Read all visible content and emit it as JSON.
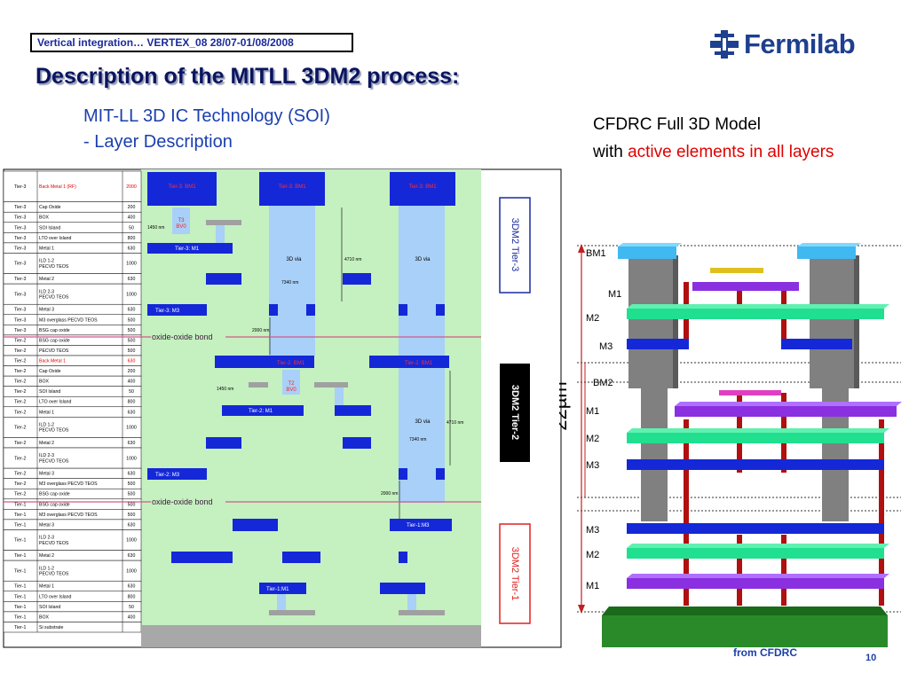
{
  "header": {
    "conference": "Vertical integration… VERTEX_08 28/07-01/08/2008"
  },
  "logo": {
    "name": "Fermilab"
  },
  "title": "Description of the MITLL 3DM2 process:",
  "subtitle": {
    "line1": "MIT-LL 3D IC Technology (SOI)",
    "line2": "- Layer Description"
  },
  "model_caption": {
    "line1": "CFDRC Full 3D Model",
    "prefix": "with ",
    "highlight": "active elements in all layers"
  },
  "colors": {
    "title": "#0a1560",
    "accent_blue": "#1a3fae",
    "highlight_red": "#e00000",
    "metal": "#1428d8",
    "via": "#a8d0f8"
  },
  "layer_table": [
    {
      "tier": "Tier-3",
      "layer": "Back Metal 1 (RF)",
      "thick": "2000",
      "red": true
    },
    {
      "tier": "Tier-3",
      "layer": "Cap Oxide",
      "thick": "200"
    },
    {
      "tier": "Tier-3",
      "layer": "BOX",
      "thick": "400"
    },
    {
      "tier": "Tier-3",
      "layer": "SOI Island",
      "thick": "50"
    },
    {
      "tier": "Tier-3",
      "layer": "LTO over Island",
      "thick": "800"
    },
    {
      "tier": "Tier-3",
      "layer": "Metal 1",
      "thick": "630"
    },
    {
      "tier": "Tier-3",
      "layer": "ILD 1-2\nPECVD TEOS",
      "thick": "1000"
    },
    {
      "tier": "Tier-3",
      "layer": "Metal 2",
      "thick": "630"
    },
    {
      "tier": "Tier-3",
      "layer": "ILD 2-3\nPECVD TEOS",
      "thick": "1000"
    },
    {
      "tier": "Tier-3",
      "layer": "Metal 3",
      "thick": "630"
    },
    {
      "tier": "Tier-3",
      "layer": "M3 overglass PECVD TEOS",
      "thick": "500"
    },
    {
      "tier": "Tier-3",
      "layer": "BSG cap oxide",
      "thick": "500"
    },
    {
      "tier": "Tier-2",
      "layer": "BSG cap oxide",
      "thick": "500"
    },
    {
      "tier": "Tier-2",
      "layer": "PECVD TEOS",
      "thick": "500"
    },
    {
      "tier": "Tier-2",
      "layer": "Back Metal 1",
      "thick": "630",
      "red": true
    },
    {
      "tier": "Tier-2",
      "layer": "Cap Oxide",
      "thick": "200"
    },
    {
      "tier": "Tier-2",
      "layer": "BOX",
      "thick": "400"
    },
    {
      "tier": "Tier-2",
      "layer": "SOI Island",
      "thick": "50"
    },
    {
      "tier": "Tier-2",
      "layer": "LTO over Island",
      "thick": "800"
    },
    {
      "tier": "Tier-2",
      "layer": "Metal 1",
      "thick": "630"
    },
    {
      "tier": "Tier-2",
      "layer": "ILD 1-2\nPECVD TEOS",
      "thick": "1000"
    },
    {
      "tier": "Tier-2",
      "layer": "Metal 2",
      "thick": "630"
    },
    {
      "tier": "Tier-2",
      "layer": "ILD 2-3\nPECVD TEOS",
      "thick": "1000"
    },
    {
      "tier": "Tier-2",
      "layer": "Metal 3",
      "thick": "630"
    },
    {
      "tier": "Tier-2",
      "layer": "M3 overglass PECVD TEOS",
      "thick": "500"
    },
    {
      "tier": "Tier-2",
      "layer": "BSG cap oxide",
      "thick": "500"
    },
    {
      "tier": "Tier-1",
      "layer": "BSG cap oxide",
      "thick": "500"
    },
    {
      "tier": "Tier-1",
      "layer": "M3 overglass PECVD TEOS",
      "thick": "500"
    },
    {
      "tier": "Tier-1",
      "layer": "Metal 3",
      "thick": "630"
    },
    {
      "tier": "Tier-1",
      "layer": "ILD 2-3\nPECVD TEOS",
      "thick": "1000"
    },
    {
      "tier": "Tier-1",
      "layer": "Metal 2",
      "thick": "630"
    },
    {
      "tier": "Tier-1",
      "layer": "ILD 1-2\nPECVD TEOS",
      "thick": "1000"
    },
    {
      "tier": "Tier-1",
      "layer": "Metal 1",
      "thick": "630"
    },
    {
      "tier": "Tier-1",
      "layer": "LTO over Island",
      "thick": "800"
    },
    {
      "tier": "Tier-1",
      "layer": "SOI Island",
      "thick": "50"
    },
    {
      "tier": "Tier-1",
      "layer": "BOX",
      "thick": "400"
    },
    {
      "tier": "Tier-1",
      "layer": "Si substrate",
      "thick": ""
    }
  ],
  "cross_section": {
    "tier3": {
      "bm1": [
        "Tier-3: BM1",
        "Tier-3: BM1",
        "Tier-3: BM1"
      ],
      "m1": "Tier-3: M1",
      "m3": "Tier-3: M3",
      "bv": "T3\nBV0",
      "via": "3D via",
      "dims": {
        "d1450": "1450 nm",
        "d4710": "4710 nm",
        "d7340": "7340 nm",
        "d2000": "2000 nm"
      }
    },
    "tier2": {
      "bm1": [
        "Tier-2: BM1",
        "Tier-2: BM1"
      ],
      "m1": "Tier-2: M1",
      "m3": "Tier-2: M3",
      "bv": "T2\nBV0",
      "via": "3D via",
      "dims": {
        "d1450": "1450 nm",
        "d4710": "4710 nm",
        "d7340": "7340 nm",
        "d2000": "2000 nm"
      }
    },
    "tier1": {
      "m3": "Tier-1:M3",
      "m1": "Tier-1:M1"
    },
    "bond_label": "oxide-oxide bond",
    "tier_labels": [
      "3DM2 Tier-3",
      "3DM2 Tier-2",
      "3DM2 Tier-1"
    ]
  },
  "model": {
    "height_label": "22µm",
    "labels": [
      "BM1",
      "M1",
      "M2",
      "M3",
      "BM2",
      "M1",
      "M2",
      "M3",
      "M3",
      "M2",
      "M1"
    ]
  },
  "footer": {
    "source": "from CFDRC",
    "page": "10"
  }
}
